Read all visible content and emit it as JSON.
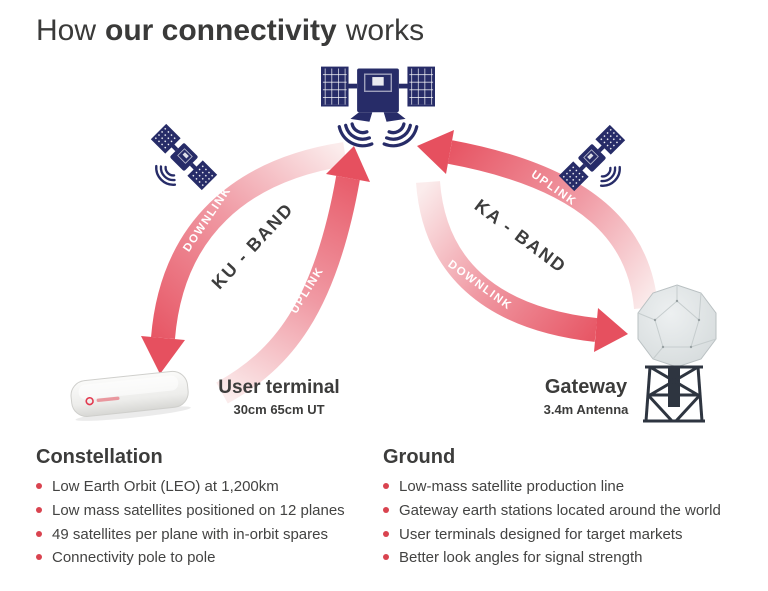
{
  "title": {
    "prefix": "How",
    "bold": "our connectivity",
    "suffix": "works"
  },
  "diagram": {
    "ku": {
      "band": "KU - BAND",
      "downlink": "DOWNLINK",
      "uplink": "UPLINK"
    },
    "ka": {
      "band": "KA - BAND",
      "downlink": "DOWNLINK",
      "uplink": "UPLINK"
    },
    "user_terminal": {
      "name": "User terminal",
      "spec": "30cm 65cm UT"
    },
    "gateway": {
      "name": "Gateway",
      "spec": "3.4m Antenna"
    }
  },
  "sections": {
    "constellation": {
      "heading": "Constellation",
      "items": [
        "Low Earth Orbit (LEO) at 1,200km",
        "Low mass satellites positioned on 12 planes",
        "49 satellites per plane with in-orbit spares",
        "Connectivity pole to pole"
      ]
    },
    "ground": {
      "heading": "Ground",
      "items": [
        "Low-mass satellite production line",
        "Gateway earth stations located around the world",
        "User terminals designed for target markets",
        "Better look angles for signal strength"
      ]
    }
  },
  "icons": {
    "satellite": "satellite-icon",
    "signal_waves": "signal-waves-icon",
    "arrow": "curved-arrow-icon",
    "bullet": "bullet-dot-icon"
  },
  "colors": {
    "accent_red": "#e6505f",
    "accent_red_light": "#fbecec",
    "navy": "#272c68",
    "text_dark": "#3c3c3b",
    "bullet_red": "#d9434f",
    "dome_gray": "#dde2e3"
  }
}
